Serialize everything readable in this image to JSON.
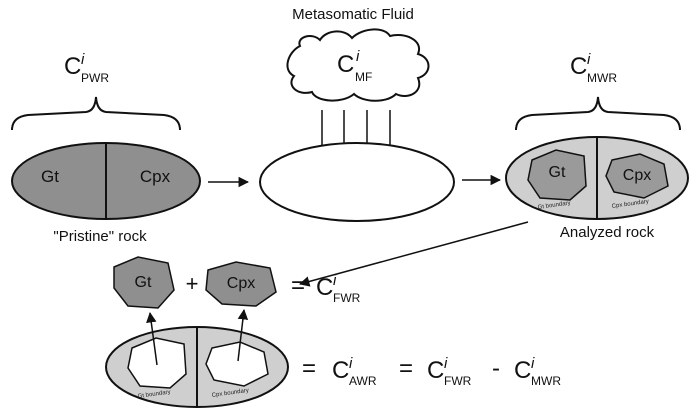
{
  "fluid_label": "Metasomatic Fluid",
  "pristine_label": "\"Pristine\" rock",
  "analyzed_label": "Analyzed rock",
  "gt": "Gt",
  "cpx": "Cpx",
  "plus": "+",
  "equals": "=",
  "minus": "-",
  "C": "C",
  "i": "i",
  "sub_pwr": "PWR",
  "sub_mf": "MF",
  "sub_mwr": "MWR",
  "sub_fwr": "FWR",
  "sub_awr": "AWR",
  "gt_boundary": "Gt boundary",
  "cpx_boundary": "Cpx boundary",
  "colors": {
    "dark_gray": "#8a8a8a",
    "mid_gray": "#a5a5a5",
    "light_gray": "#cfcfcf",
    "stroke": "#111111"
  }
}
